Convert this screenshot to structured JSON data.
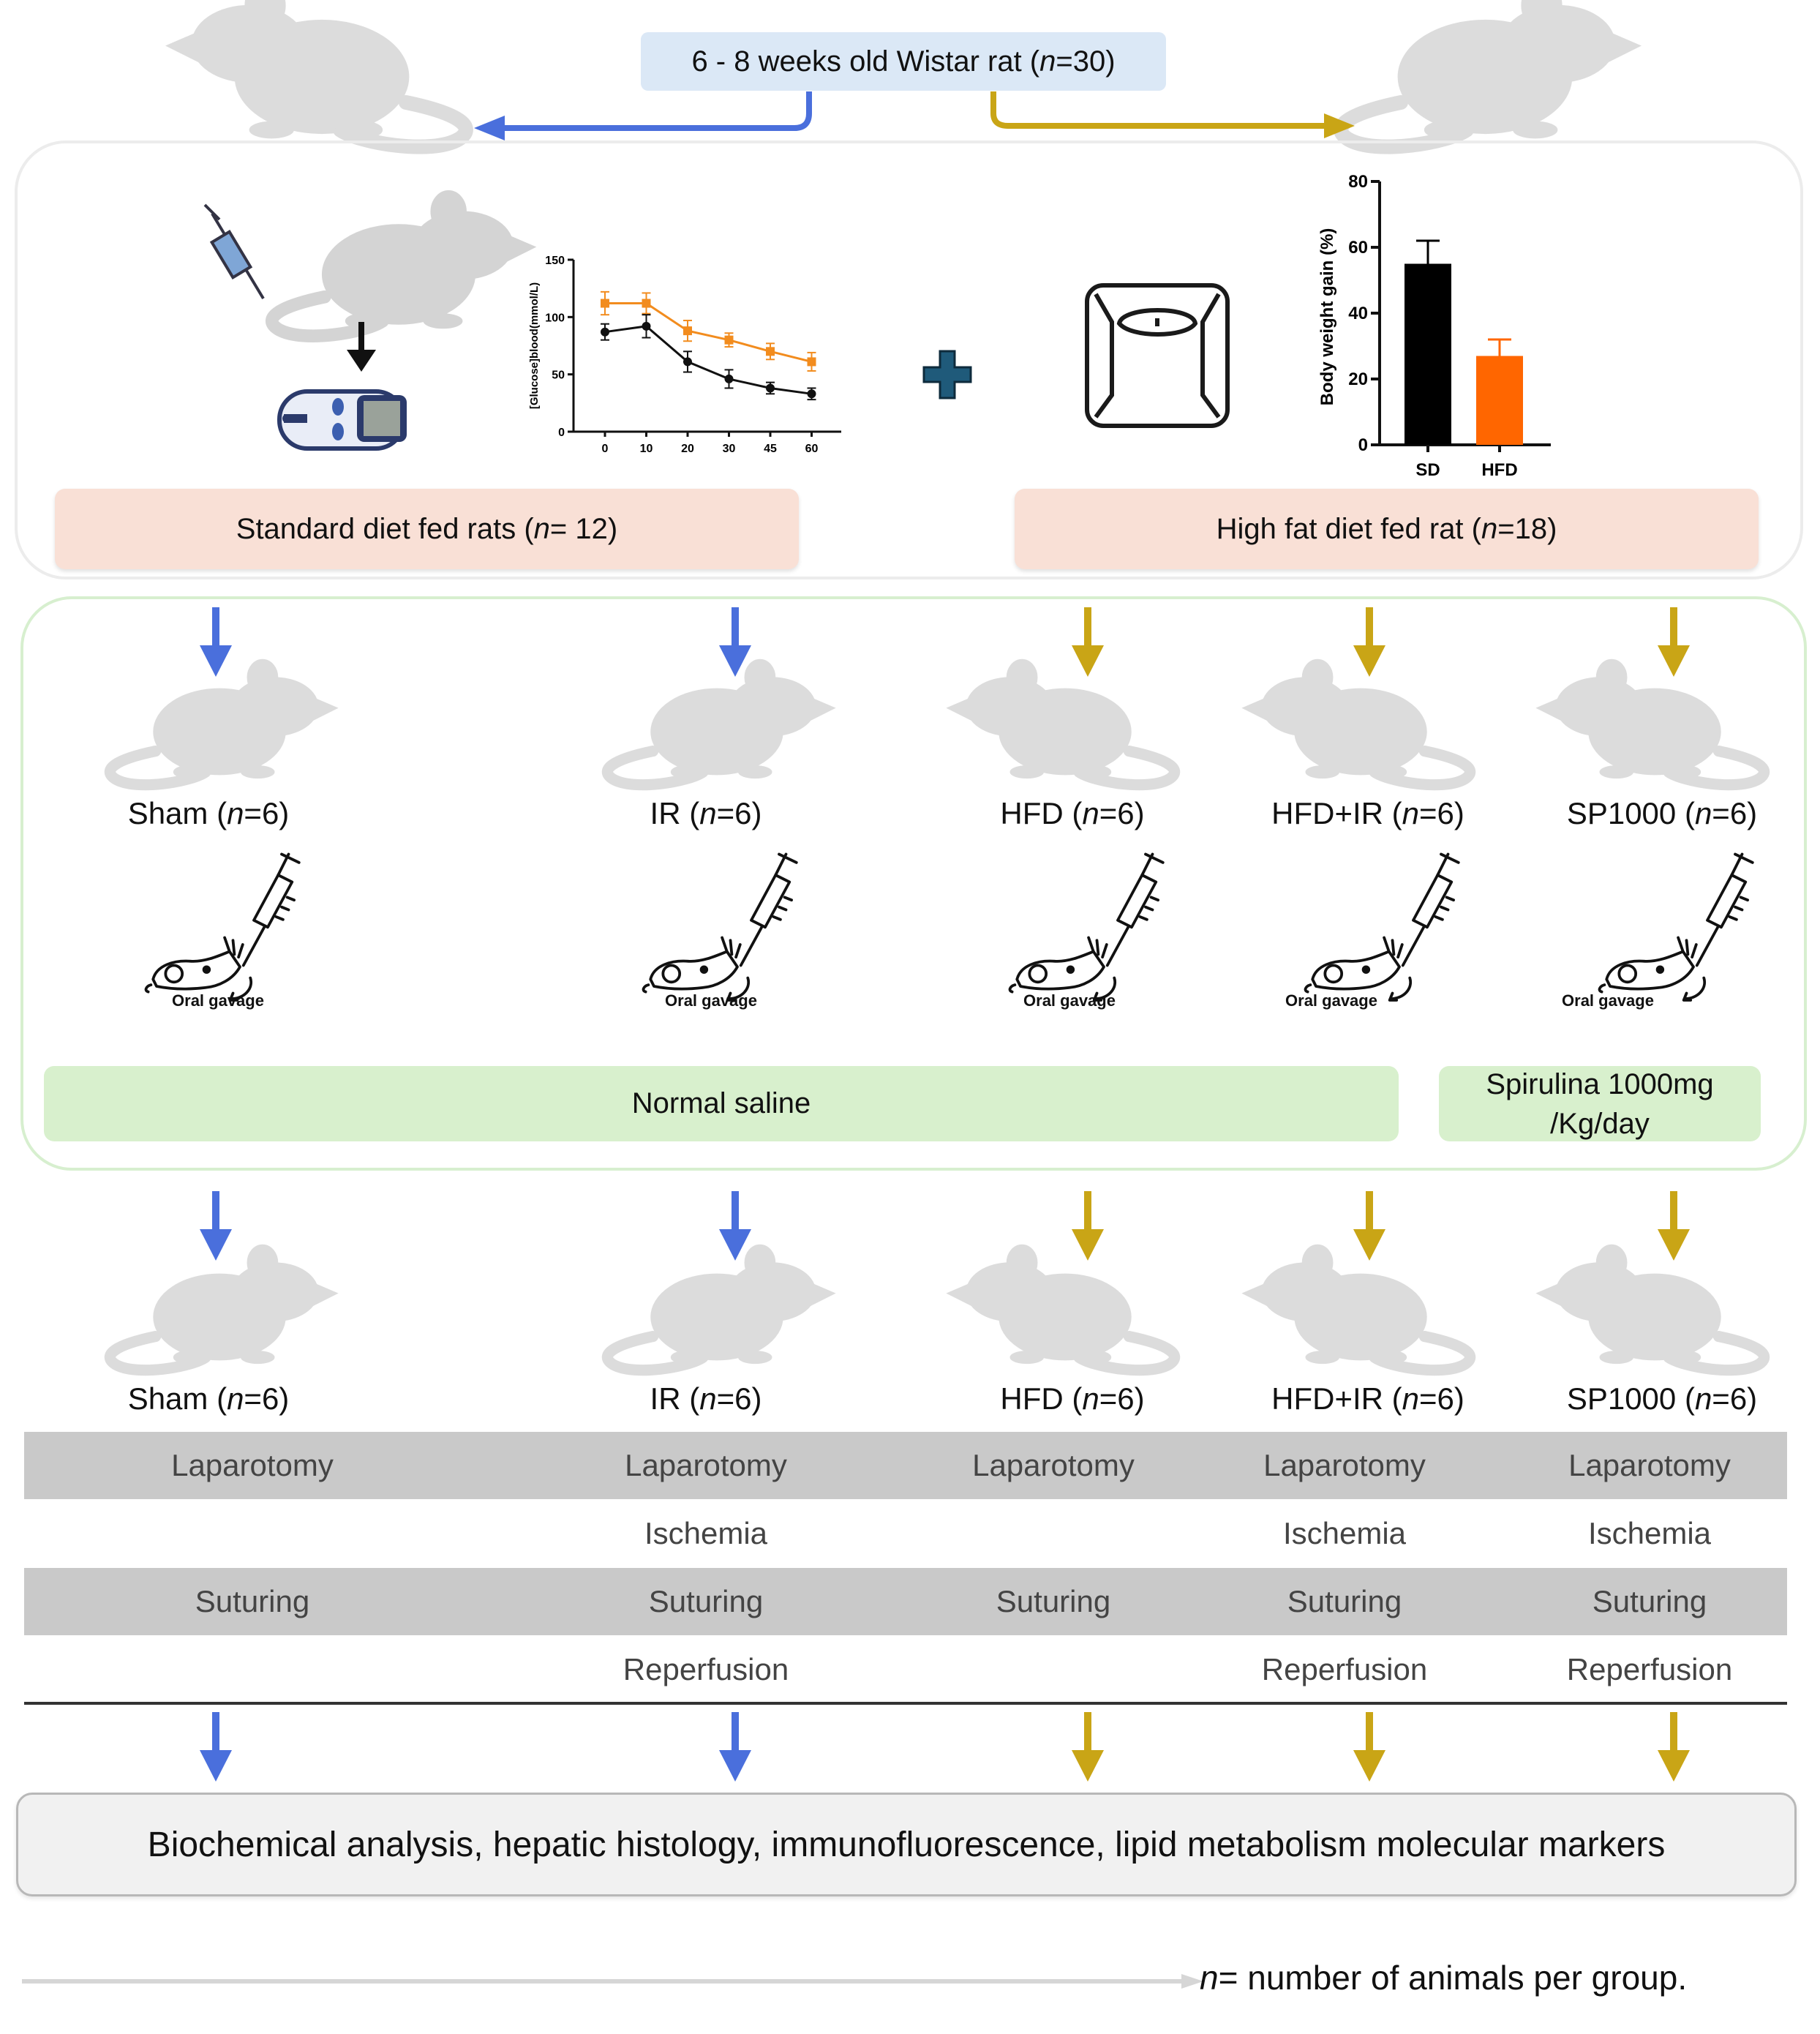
{
  "header": {
    "population_prefix": "6 - 8 weeks old Wistar rat (",
    "population_n": "n",
    "population_suffix": "=30)"
  },
  "diet_groups": [
    {
      "prefix": "Standard diet fed rats (",
      "n": "n",
      "suffix": "= 12)"
    },
    {
      "prefix": "High fat diet fed rat (",
      "n": "n",
      "suffix": "=18)"
    }
  ],
  "icons": {
    "rat": "rat-silhouette-icon",
    "syringe": "syringe-icon",
    "glucometer": "glucometer-icon",
    "plus": "plus-icon",
    "scale": "weighing-scale-icon",
    "gavage": "oral-gavage-icon"
  },
  "colors": {
    "sd_arrow": "#4a6fdc",
    "hfd_arrow": "#c9a516",
    "hfd_bar": "#ff6600",
    "sd_bar": "#000000",
    "glucose_hfd": "#f28c1e",
    "glucose_sd": "#111111",
    "plus": "#1f5a7a"
  },
  "treatment_groups": [
    {
      "name": "Sham",
      "n": "n",
      "suffix": "=6)"
    },
    {
      "name": "IR",
      "n": "n",
      "suffix": "=6)"
    },
    {
      "name": "HFD",
      "n": "n",
      "suffix": "=6)"
    },
    {
      "name": "HFD+IR",
      "n": "n",
      "suffix": "=6)"
    },
    {
      "name": "SP1000",
      "n": "n",
      "suffix": "=6)"
    }
  ],
  "gavage_label": "Oral gavage",
  "treatments": {
    "saline": "Normal saline",
    "spirulina_line1": "Spirulina 1000mg",
    "spirulina_line2": "/Kg/day"
  },
  "procedures": {
    "rows": [
      [
        "Laparotomy",
        "Laparotomy",
        "Laparotomy",
        "Laparotomy",
        "Laparotomy"
      ],
      [
        "",
        "Ischemia",
        "",
        "Ischemia",
        "Ischemia"
      ],
      [
        "Suturing",
        "Suturing",
        "Suturing",
        "Suturing",
        "Suturing"
      ],
      [
        "",
        "Reperfusion",
        "",
        "Reperfusion",
        "Reperfusion"
      ]
    ]
  },
  "final_analysis": "Biochemical analysis, hepatic histology, immunofluorescence, lipid metabolism molecular markers",
  "footnote": {
    "n": "n",
    "text": "= number of animals per group."
  },
  "chart_data": [
    {
      "type": "line",
      "ylabel": "[Glucose]blood(mmol/L)",
      "xlabel": "",
      "x": [
        0,
        10,
        20,
        30,
        45,
        60
      ],
      "ylim": [
        0,
        150
      ],
      "yticks": [
        0,
        50,
        100,
        150
      ],
      "series": [
        {
          "values": [
            112,
            112,
            88,
            80,
            70,
            61
          ],
          "errors": [
            10,
            9,
            9,
            6,
            7,
            8
          ],
          "color": "#f28c1e"
        },
        {
          "values": [
            87,
            92,
            61,
            46,
            38,
            33
          ],
          "errors": [
            7,
            10,
            9,
            8,
            5,
            5
          ],
          "color": "#111111"
        }
      ],
      "grid": false
    },
    {
      "type": "bar",
      "ylabel": "Body weight gain (%)",
      "categories": [
        "SD",
        "HFD"
      ],
      "values": [
        55,
        27
      ],
      "errors": [
        7,
        5
      ],
      "colors": [
        "#000000",
        "#ff6600"
      ],
      "ylim": [
        0,
        80
      ],
      "yticks": [
        0,
        20,
        40,
        60,
        80
      ],
      "grid": false
    }
  ]
}
